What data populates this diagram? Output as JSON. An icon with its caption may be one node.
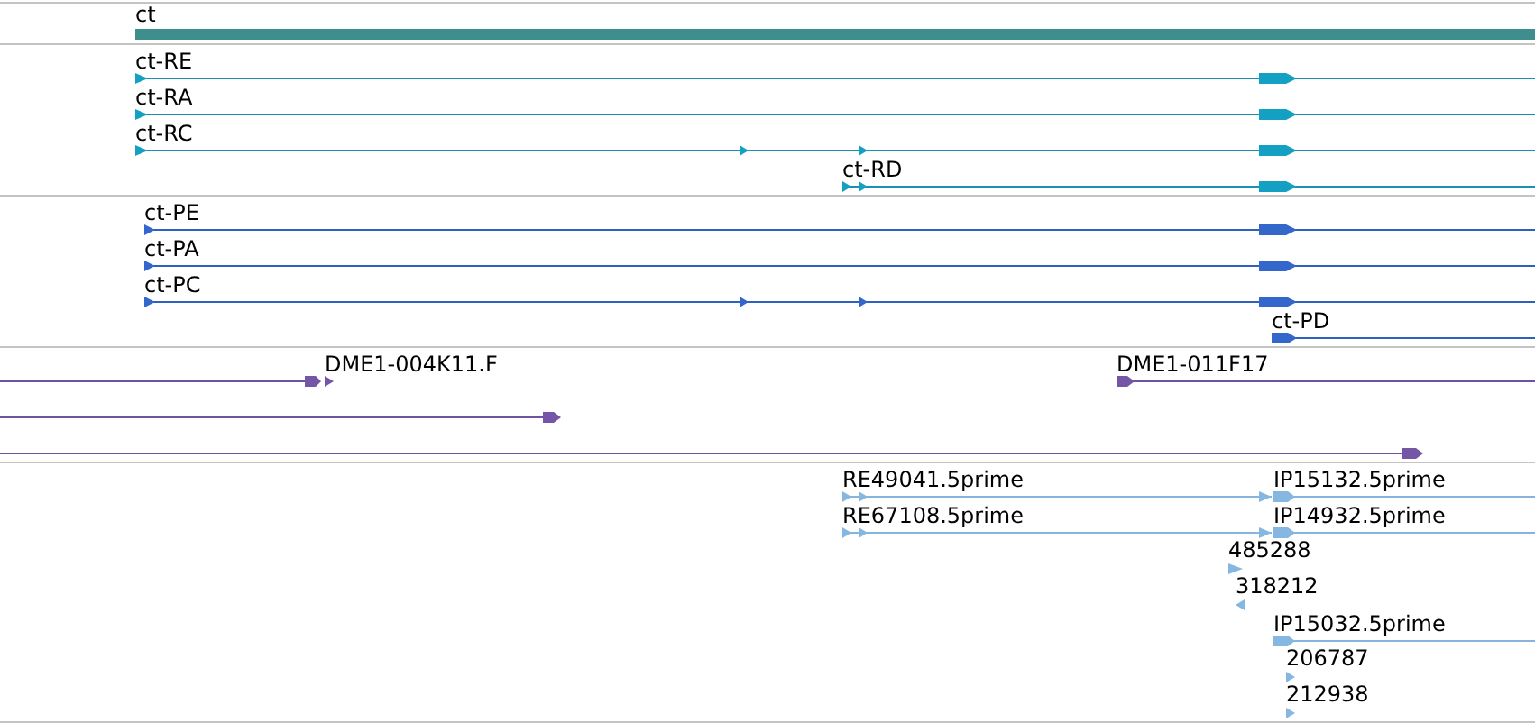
{
  "diagram": {
    "nodes": [
      {
        "text": [
          "ct"
        ]
      },
      {
        "text": [
          "ct-RE"
        ]
      },
      {
        "text": [
          "ct-RA"
        ]
      },
      {
        "text": [
          "ct-RC"
        ]
      },
      {
        "text": [
          "ct-RD"
        ]
      },
      {
        "text": [
          "ct-PE"
        ]
      },
      {
        "text": [
          "ct-PA"
        ]
      },
      {
        "text": [
          "ct-PC"
        ]
      },
      {
        "text": [
          "ct-PD"
        ]
      },
      {
        "text": [
          "DME1-004K11.F"
        ]
      },
      {
        "text": [
          "DME1-011F17"
        ]
      },
      {
        "text": [],
        "shape": "bar"
      },
      {
        "text": [],
        "shape": "bar"
      },
      {
        "text": [
          "RE49041.5prime"
        ]
      },
      {
        "text": [
          "IP15132.5prime"
        ]
      },
      {
        "text": [
          "RE67108.5prime"
        ]
      },
      {
        "text": [
          "IP14932.5prime"
        ]
      },
      {
        "text": [
          "485288"
        ]
      },
      {
        "text": [
          "318212"
        ]
      },
      {
        "text": [
          "IP15032.5prime"
        ]
      },
      {
        "text": [
          "206787"
        ]
      },
      {
        "text": [
          "212938"
        ]
      }
    ]
  }
}
